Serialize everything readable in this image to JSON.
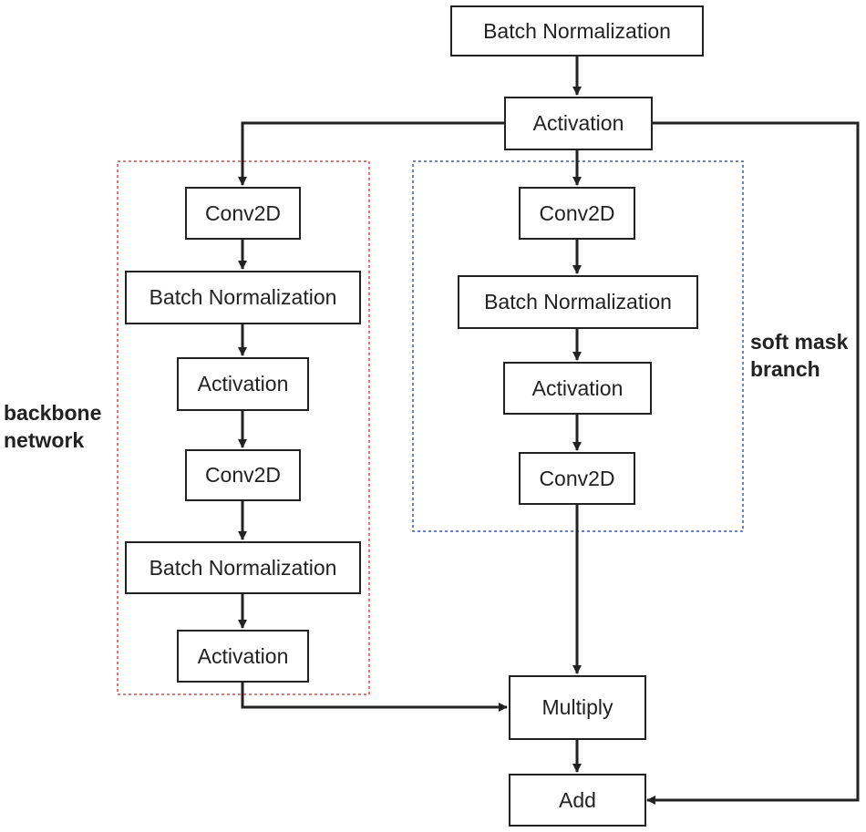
{
  "nodes": {
    "top_bn": "Batch Normalization",
    "top_act": "Activation",
    "left_conv1": "Conv2D",
    "left_bn1": "Batch Normalization",
    "left_act1": "Activation",
    "left_conv2": "Conv2D",
    "left_bn2": "Batch Normalization",
    "left_act2": "Activation",
    "right_conv1": "Conv2D",
    "right_bn": "Batch Normalization",
    "right_act": "Activation",
    "right_conv2": "Conv2D",
    "multiply": "Multiply",
    "add": "Add"
  },
  "labels": {
    "backbone": "backbone\nnetwork",
    "soft_mask": "soft mask\nbranch"
  },
  "colors": {
    "line": "#222222",
    "backbone_border": "#e8453c",
    "soft_mask_border": "#3a57a7"
  }
}
